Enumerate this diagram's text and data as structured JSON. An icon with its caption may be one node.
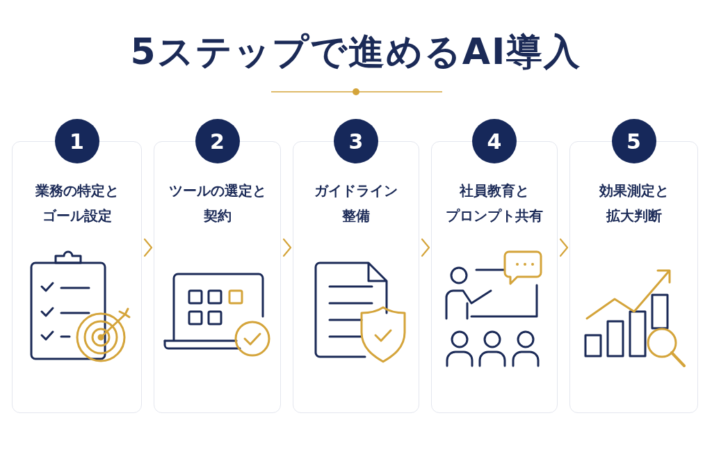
{
  "diagram": {
    "title": "5ステップで進めるAI導入",
    "nodes": [
      {
        "text": [
          "1"
        ]
      },
      {
        "text": [
          "業務の特定とゴール設定"
        ]
      },
      {
        "text": [
          "2"
        ]
      },
      {
        "text": [
          "ツールの選定と契約"
        ]
      },
      {
        "text": [
          "3"
        ]
      },
      {
        "text": [
          "ガイドライン整備"
        ]
      },
      {
        "text": [
          "4"
        ]
      },
      {
        "text": [
          "社員教育とプロンプト共有"
        ]
      },
      {
        "text": [
          "5"
        ]
      },
      {
        "text": [
          "効果測定と拡大判断"
        ]
      }
    ],
    "edges": [
      {
        "from": 1,
        "to": 3,
        "arrow": "to"
      },
      {
        "from": 3,
        "to": 5,
        "arrow": "to"
      },
      {
        "from": 5,
        "to": 7,
        "arrow": "to"
      },
      {
        "from": 7,
        "to": 9,
        "arrow": "to"
      }
    ]
  }
}
